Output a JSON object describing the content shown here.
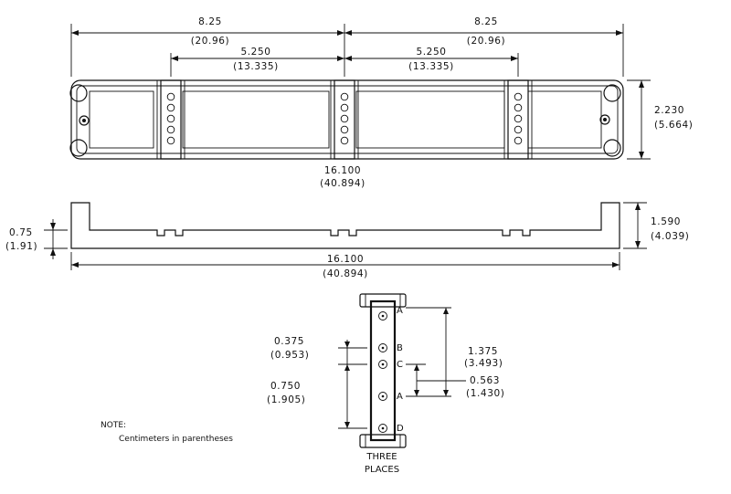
{
  "dimensions": {
    "top_left_half": "8.25",
    "top_left_half_cm": "(20.96)",
    "top_right_half": "8.25",
    "top_right_half_cm": "(20.96)",
    "inner_left": "5.250",
    "inner_left_cm": "(13.335)",
    "inner_right": "5.250",
    "inner_right_cm": "(13.335)",
    "height": "2.230",
    "height_cm": "(5.664)",
    "overall_length_top": "16.100",
    "overall_length_top_cm": "(40.894)",
    "side_base": "0.75",
    "side_base_cm": "(1.91)",
    "side_height": "1.590",
    "side_height_cm": "(4.039)",
    "overall_length_side": "16.100",
    "overall_length_side_cm": "(40.894)",
    "hole_spacing_small": "0.375",
    "hole_spacing_small_cm": "(0.953)",
    "hole_spacing_large": "0.750",
    "hole_spacing_large_cm": "(1.905)",
    "hole_span_a": "1.375",
    "hole_span_a_cm": "(3.493)",
    "hole_span_ca": "0.563",
    "hole_span_ca_cm": "(1.430)"
  },
  "hole_labels": [
    "A",
    "B",
    "C",
    "A",
    "D"
  ],
  "detail_caption_1": "THREE",
  "detail_caption_2": "PLACES",
  "note_title": "NOTE:",
  "note_text": "Centimeters in parentheses"
}
